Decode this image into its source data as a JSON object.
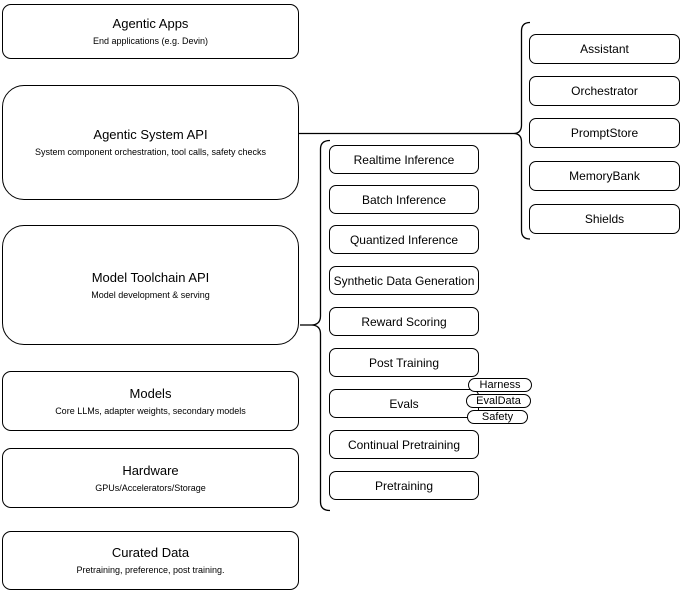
{
  "diagram": {
    "left_boxes": [
      {
        "title": "Agentic Apps",
        "subtitle": "End applications (e.g. Devin)"
      },
      {
        "title": "Agentic System API",
        "subtitle": "System component orchestration, tool calls, safety checks"
      },
      {
        "title": "Model Toolchain API",
        "subtitle": "Model development & serving"
      },
      {
        "title": "Models",
        "subtitle": "Core LLMs, adapter weights, secondary models"
      },
      {
        "title": "Hardware",
        "subtitle": "GPUs/Accelerators/Storage"
      },
      {
        "title": "Curated Data",
        "subtitle": "Pretraining, preference, post training."
      }
    ],
    "toolchain_items": [
      "Realtime Inference",
      "Batch Inference",
      "Quantized Inference",
      "Synthetic Data Generation",
      "Reward Scoring",
      "Post Training",
      "Evals",
      "Continual Pretraining",
      "Pretraining"
    ],
    "eval_tags": [
      "Harness",
      "EvalData",
      "Safety"
    ],
    "system_components": [
      "Assistant",
      "Orchestrator",
      "PromptStore",
      "MemoryBank",
      "Shields"
    ],
    "colors": {
      "stroke": "#000000",
      "fill": "#ffffff",
      "background": "#ffffff"
    }
  }
}
